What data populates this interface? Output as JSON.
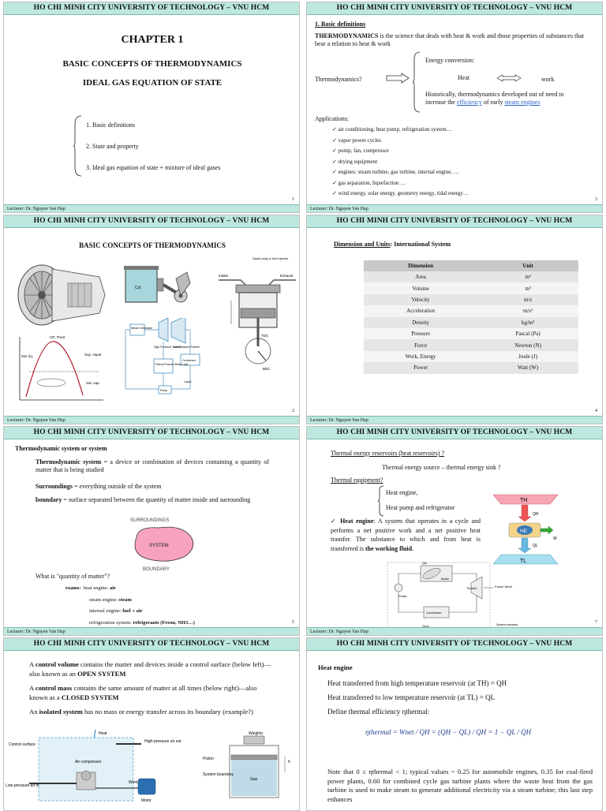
{
  "header_text": "HO CHI MINH CITY UNIVERSITY OF TECHNOLOGY – VNU HCM",
  "footer_text": "Lecturer: Dr. Nguyen Van Hap",
  "s1": {
    "chapter": "CHAPTER 1",
    "title1": "BASIC CONCEPTS OF THERMODYNAMICS",
    "title2": "IDEAL GAS EQUATION OF STATE",
    "items": [
      "1.   Basic definitions",
      "2.   State and property",
      "3.   Ideal gas equation of state + mixture of ideal gases"
    ],
    "page": "1"
  },
  "s3": {
    "heading": "1.  Basic definitions",
    "def_term": "THERMODYNAMICS",
    "def_rest": " is the science that deals with heat & work and those properties of substances that bear a relation to heat & work",
    "question": "Thermodynamics?",
    "energy_conv": "Energy conversion:",
    "heat": "Heat",
    "work": "work",
    "hist_1": "Historically, thermodynamics developed out of need to increase the ",
    "hist_link1": "efficiency",
    "hist_2": " of early ",
    "hist_link2": "steam engines",
    "apps_label": "Applications:",
    "apps": [
      "air conditioning, heat pump, refrigeration system…",
      "vapor power cycles",
      "pump, fan, compressor",
      "drying equipment",
      "engines: steam turbine, gas turbine, internal engine, …",
      "gas separation, liquefaction …",
      "wind energy, solar energy, geometry energy, tidal energy…"
    ],
    "page": "3"
  },
  "s2": {
    "title": "BASIC CONCEPTS OF THERMODYNAMICS",
    "page": "2",
    "cyl": "Cyl.",
    "intake": "Intake",
    "exhaust": "Exhaust",
    "spark": "Spark plug or fuel injector",
    "tdc": "TDC",
    "bdc": "BDC",
    "cp": "CR. Point",
    "sat_liq": "Sat. liq.",
    "sup_vap": "Sup. vapor",
    "sat_vap": "Sat. vap.",
    "steam_gen": "Steam Generator",
    "hp_turb": "High Pressure Turbine",
    "lp_turb": "Low Pressure Turbine",
    "condenser": "Condenser",
    "thermal_st": "Thermal Process Steam Load",
    "pump": "Pump",
    "liquid": "Liquid"
  },
  "s4": {
    "heading_u": "Dimension and Units",
    "heading_rest": ": International System",
    "col1": "Dimension",
    "col2": "Unit",
    "rows": [
      [
        "Area",
        "m²"
      ],
      [
        "Volume",
        "m³"
      ],
      [
        "Velocity",
        "m/s"
      ],
      [
        "Acceleration",
        "m/s²"
      ],
      [
        "Density",
        "kg/m³"
      ],
      [
        "Pressure",
        "Pascal (Pa)"
      ],
      [
        "Force",
        "Newton (N)"
      ],
      [
        "Work, Energy",
        "Joule (J)"
      ],
      [
        "Power",
        "Watt (W)"
      ]
    ],
    "page": "4"
  },
  "s5": {
    "heading": "Thermodynamic system or system",
    "sys_term": "Thermodynamic system",
    "sys_rest": " = a device or combination of devices containing a quantity of matter that is being studied",
    "sur_term": "Surroundings",
    "sur_rest": " = everything outside of the system",
    "bnd_term": "boundary",
    "bnd_rest": " = surface separated between the quantity of matter inside and surrounding",
    "surroundings": "SURROUNDINGS",
    "system": "SYSTEM",
    "boundary": "BOUNDARY",
    "question": "What is \"quantity of matter\"?",
    "exams_label": "exams:",
    "ex1_a": "heat engine: ",
    "ex1_b": "air",
    "ex2_a": "steam engine: ",
    "ex2_b": "steam",
    "ex3_a": "internal engine: ",
    "ex3_b": "fuel + air",
    "ex4_a": "refrigeration system: ",
    "ex4_b": "refrigerants (Freon, NH3…)",
    "page": "5"
  },
  "s7": {
    "q1": "Thermal energy reservoirs (heat reservoirs) ?",
    "line2": "Thermal energy source – thermal energy sink ?",
    "q2": "Thermal equipment?",
    "eq1": "Heat engine,",
    "eq2": "Heat pump and refrigerator",
    "he_term": "Heat engine",
    "he_1": ": A system that operates in a cycle and performs a net positive work and a net positive heat transfer. The substance to which and from heat is transferred is ",
    "he_2": "the working fluid",
    "he_3": ".",
    "th": "TH",
    "tl": "TL",
    "he": "HE",
    "qh": "QH",
    "ql": "QL",
    "w": "W",
    "boiler": "Boiler",
    "turbine": "Turbine",
    "pump": "Pump",
    "condenser": "Condenser",
    "power": "Power Wnet",
    "sysb": "System boundary",
    "qin": "Qin",
    "qout": "Qout",
    "page": "7"
  },
  "s6": {
    "cv_1": "A ",
    "cv_term": "control volume",
    "cv_2": " contains the matter and devices inside a control surface (below left)—also known as an ",
    "cv_3": "OPEN SYSTEM",
    "cm_1": "A ",
    "cm_term": "control mass",
    "cm_2": " contains the same amount of matter at all times (below right)—also known as a ",
    "cm_3": "CLOSED SYSTEM",
    "is_1": "An ",
    "is_term": "isolated system",
    "is_2": " has no mass or energy transfer across its boundary (example?)",
    "heat": "Heat",
    "csurf": "Control surface",
    "hp_air": "High-pressure air out",
    "aircomp": "Air compressor",
    "lp_air": "Low-pressure air in",
    "work": "Work",
    "motor": "Motor",
    "weights": "Weights",
    "piston": "Piston",
    "sysb": "System boundary",
    "gas": "Gas",
    "h": "h"
  },
  "s8": {
    "heading": "Heat engine",
    "l1": "Heat transferred from high temperature reservoir (at TH) = QH",
    "l2": "Heat transferred to low temperature reservoir (at TL) = QL",
    "l3": "Define thermal efficiency ηthermal:",
    "eta": "ηthermal",
    "formula": "= Wnet / QH = (QH − QL) / QH = 1 − QL / QH",
    "note": "Note that 0 ≤ ηthermal < 1; typical values ~ 0.25 for automobile engines, 0.35 for coal-fired power plants, 0.60 for combined cycle gas turbine plants where the waste heat from the gas turbine is used to make steam to generate additional electricity via a steam turbine; this last step enhances"
  }
}
